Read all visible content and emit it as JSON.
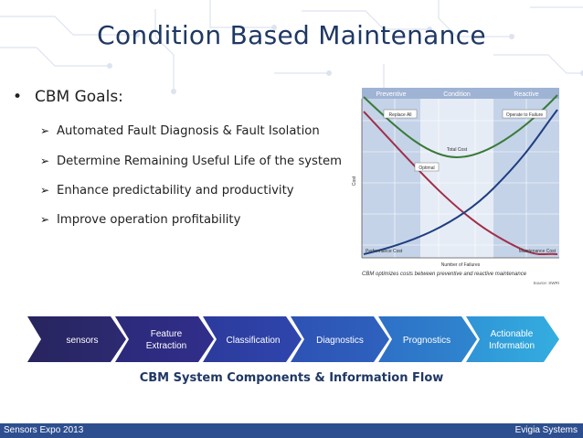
{
  "slide": {
    "title": "Condition Based Maintenance",
    "goals_heading": "CBM  Goals:",
    "goals": [
      "Automated Fault Diagnosis & Fault Isolation",
      "Determine Remaining Useful Life of the system",
      "Enhance predictability and productivity",
      "Improve operation profitability"
    ]
  },
  "chart": {
    "zones": [
      "Preventive",
      "Condition",
      "Reactive"
    ],
    "annotations": {
      "replace_all": "Replace All",
      "operate_to_failure": "Operate to Failure",
      "total_cost": "Total Cost",
      "optimal": "Optimal",
      "performance_cost": "Performance Cost",
      "maintenance_cost": "Maintenance Cost"
    },
    "ylabel": "Cost",
    "xlabel": "Number of Failures",
    "caption": "CBM optimizes costs between preventive and reactive maintenance",
    "source": "Source: SWRI",
    "colors": {
      "total": "#3a7a3a",
      "performance": "#a0304a",
      "maintenance": "#1f3f80"
    }
  },
  "flow": {
    "steps": [
      {
        "line1": "sensors",
        "line2": ""
      },
      {
        "line1": "Feature",
        "line2": "Extraction"
      },
      {
        "line1": "Classification",
        "line2": ""
      },
      {
        "line1": "Diagnostics",
        "line2": ""
      },
      {
        "line1": "Prognostics",
        "line2": ""
      },
      {
        "line1": "Actionable",
        "line2": "Information"
      }
    ],
    "caption": "CBM System Components & Information Flow"
  },
  "footer": {
    "left": "Sensors Expo 2013",
    "right": "Evigia Systems"
  }
}
